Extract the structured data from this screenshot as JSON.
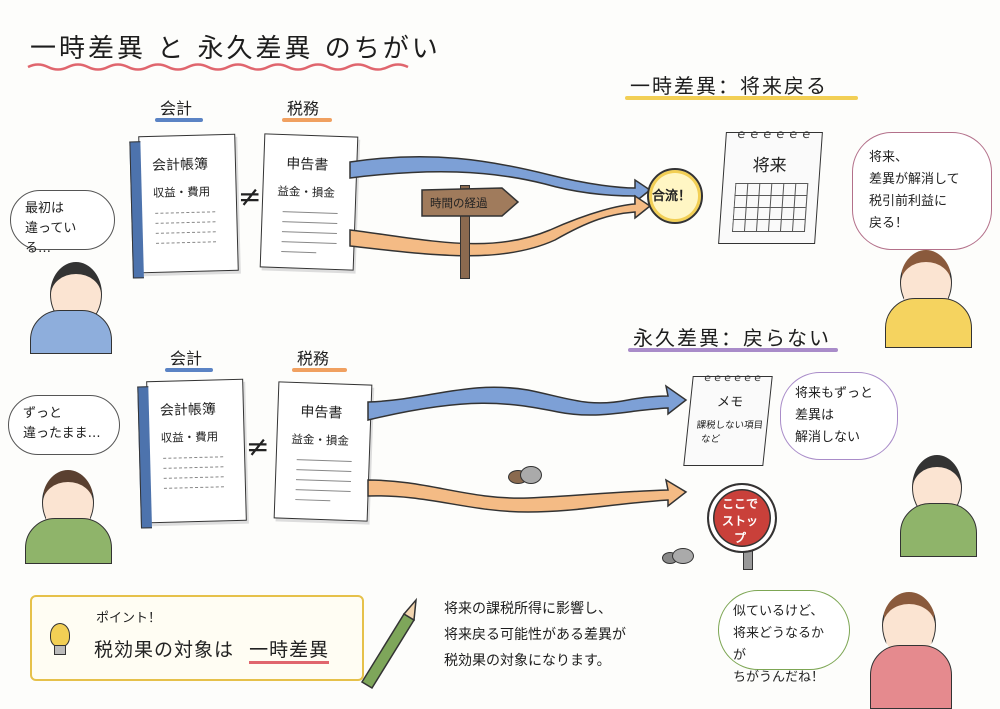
{
  "title": "一時差異 と 永久差異 のちがい",
  "top_section": {
    "heading": "一時差異：将来戻る",
    "accounting_label": "会計",
    "tax_label": "税務",
    "accounting_book": {
      "title": "会計帳簿",
      "subtitle": "収益・費用"
    },
    "tax_document": {
      "title": "申告書",
      "subtitle": "益金・損金"
    },
    "not_equal": "≠",
    "signpost": "時間の経過",
    "merge_badge": "合流！",
    "calendar_label": "将来",
    "thought_bubble": [
      "最初は",
      "違っている…"
    ],
    "speech_bubble": [
      "将来、",
      "差異が解消して",
      "税引前利益に",
      "戻る！"
    ]
  },
  "bottom_section": {
    "heading": "永久差異：戻らない",
    "accounting_label": "会計",
    "tax_label": "税務",
    "accounting_book": {
      "title": "会計帳簿",
      "subtitle": "収益・費用"
    },
    "tax_document": {
      "title": "申告書",
      "subtitle": "益金・損金"
    },
    "not_equal": "≠",
    "memo_title": "メモ",
    "memo_lines": [
      "課税しない項目",
      "など"
    ],
    "stop_sign": [
      "ここで",
      "ストップ"
    ],
    "thought_bubble": [
      "ずっと",
      "違ったまま…"
    ],
    "speech_bubble": [
      "将来もずっと",
      "差異は",
      "解消しない"
    ],
    "girl_bubble": [
      "似ているけど、",
      "将来どうなるかが",
      "ちがうんだね！"
    ]
  },
  "point_box": {
    "label": "ポイント！",
    "text": "税効果の対象は",
    "highlight": "一時差異"
  },
  "explanation": [
    "将来の課税所得に影響し、",
    "将来戻る可能性がある差異が",
    "税効果の対象になります。"
  ],
  "colors": {
    "accounting_blue": "#5b83c4",
    "tax_orange": "#f0a060",
    "title_wave": "#e0666e",
    "heading_yellow": "#f2cf55",
    "heading_purple": "#a98cc9",
    "stop_red": "#c9403a",
    "bubble_pink": "#b3708a",
    "bubble_purple": "#a98cc9",
    "bubble_green": "#7da654"
  }
}
